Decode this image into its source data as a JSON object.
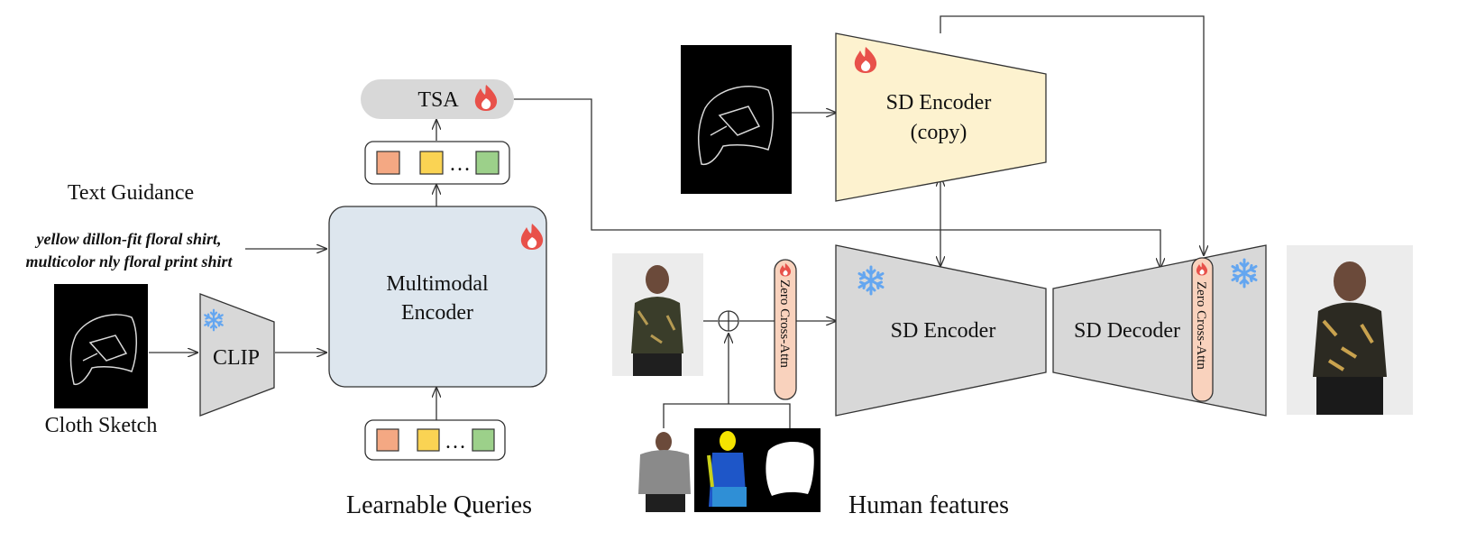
{
  "labels": {
    "tsa": "TSA",
    "text_guidance": "Text Guidance",
    "prompt_line1": "yellow dillon-fit floral shirt,",
    "prompt_line2": "multicolor nly floral print shirt",
    "cloth_sketch": "Cloth Sketch",
    "clip": "CLIP",
    "multimodal_line1": "Multimodal",
    "multimodal_line2": "Encoder",
    "learnable_queries": "Learnable Queries",
    "sd_encoder_copy_line1": "SD Encoder",
    "sd_encoder_copy_line2": "(copy)",
    "sd_encoder": "SD Encoder",
    "sd_decoder": "SD Decoder",
    "zero_cross_attn_left": "Zero Cross-Attn",
    "zero_cross_attn_right": "Zero Cross-Attn",
    "human_features": "Human features",
    "ellipsis_top": "…",
    "ellipsis_bottom": "…"
  },
  "icons": {
    "trainable": "flame-icon",
    "frozen": "snowflake-icon"
  },
  "colors": {
    "token_orange": "#f4a883",
    "token_yellow": "#fad353",
    "token_green": "#9cd08a",
    "module_gray": "#d8d8d8",
    "multimodal_fill": "#dde6ee",
    "sd_copy_fill": "#fdf2cf",
    "zero_attn_fill": "#f9d2bd",
    "flame": "#e8514a",
    "snowflake": "#64a6f0"
  }
}
